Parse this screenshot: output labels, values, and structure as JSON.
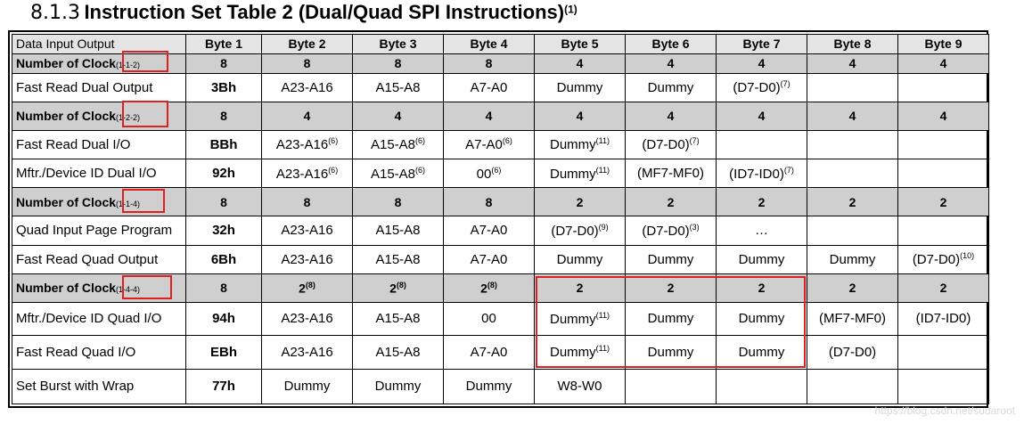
{
  "section_number": "8.1.3",
  "title": "Instruction Set Table 2 (Dual/Quad SPI Instructions)",
  "title_note": "(1)",
  "header": [
    "Data Input Output",
    "Byte 1",
    "Byte 2",
    "Byte 3",
    "Byte 4",
    "Byte 5",
    "Byte 6",
    "Byte 7",
    "Byte 8",
    "Byte 9"
  ],
  "rows": [
    {
      "type": "clk",
      "label": "Number of Clock",
      "mode": "(1-1-2)",
      "cells": [
        "8",
        "8",
        "8",
        "8",
        "4",
        "4",
        "4",
        "4",
        "4"
      ]
    },
    {
      "type": "op",
      "label": "Fast Read Dual Output",
      "cells": [
        "3Bh",
        "A23-A16",
        "A15-A8",
        "A7-A0",
        "Dummy",
        "Dummy",
        "(D7-D0)",
        "",
        ""
      ],
      "sups": [
        "",
        "",
        "",
        "",
        "",
        "",
        "(7)",
        "",
        ""
      ]
    },
    {
      "type": "clk",
      "label": "Number of Clock",
      "mode": "(1-2-2)",
      "cells": [
        "8",
        "4",
        "4",
        "4",
        "4",
        "4",
        "4",
        "4",
        "4"
      ]
    },
    {
      "type": "op",
      "label": "Fast Read Dual I/O",
      "cells": [
        "BBh",
        "A23-A16",
        "A15-A8",
        "A7-A0",
        "Dummy",
        "(D7-D0)",
        "",
        "",
        ""
      ],
      "sups": [
        "",
        "(6)",
        "(6)",
        "(6)",
        "(11)",
        "(7)",
        "",
        "",
        ""
      ]
    },
    {
      "type": "op",
      "label": "Mftr./Device ID Dual I/O",
      "cells": [
        "92h",
        "A23-A16",
        "A15-A8",
        "00",
        "Dummy",
        "(MF7-MF0)",
        "(ID7-ID0)",
        "",
        ""
      ],
      "sups": [
        "",
        "(6)",
        "(6)",
        "(6)",
        "(11)",
        "",
        "(7)",
        "",
        ""
      ]
    },
    {
      "type": "clk",
      "label": "Number of Clock",
      "mode": "(1-1-4)",
      "cells": [
        "8",
        "8",
        "8",
        "8",
        "2",
        "2",
        "2",
        "2",
        "2"
      ]
    },
    {
      "type": "op",
      "label": "Quad Input Page Program",
      "cells": [
        "32h",
        "A23-A16",
        "A15-A8",
        "A7-A0",
        "(D7-D0)",
        "(D7-D0)",
        "…",
        "",
        ""
      ],
      "sups": [
        "",
        "",
        "",
        "",
        "(9)",
        "(3)",
        "",
        "",
        ""
      ]
    },
    {
      "type": "op",
      "label": "Fast Read Quad Output",
      "cells": [
        "6Bh",
        "A23-A16",
        "A15-A8",
        "A7-A0",
        "Dummy",
        "Dummy",
        "Dummy",
        "Dummy",
        "(D7-D0)"
      ],
      "sups": [
        "",
        "",
        "",
        "",
        "",
        "",
        "",
        "",
        "(10)"
      ]
    },
    {
      "type": "clk",
      "label": "Number of Clock",
      "mode": "(1-4-4)",
      "cells": [
        "8",
        "2",
        "2",
        "2",
        "2",
        "2",
        "2",
        "2",
        "2"
      ],
      "sups": [
        "",
        "(8)",
        "(8)",
        "(8)",
        "",
        "",
        "",
        "",
        ""
      ]
    },
    {
      "type": "op",
      "label": "Mftr./Device ID Quad I/O",
      "cells": [
        "94h",
        "A23-A16",
        "A15-A8",
        "00",
        "Dummy",
        "Dummy",
        "Dummy",
        "(MF7-MF0)",
        "(ID7-ID0)"
      ],
      "sups": [
        "",
        "",
        "",
        "",
        "(11)",
        "",
        "",
        "",
        ""
      ]
    },
    {
      "type": "op",
      "label": "Fast Read Quad I/O",
      "cells": [
        "EBh",
        "A23-A16",
        "A15-A8",
        "A7-A0",
        "Dummy",
        "Dummy",
        "Dummy",
        "(D7-D0)",
        ""
      ],
      "sups": [
        "",
        "",
        "",
        "",
        "(11)",
        "",
        "",
        "",
        ""
      ]
    },
    {
      "type": "op",
      "label": "Set Burst with Wrap",
      "cells": [
        "77h",
        "Dummy",
        "Dummy",
        "Dummy",
        "W8-W0",
        "",
        "",
        "",
        ""
      ],
      "sups": [
        "",
        "",
        "",
        "",
        "",
        "",
        "",
        "",
        ""
      ]
    }
  ],
  "watermark": "https://blog.csdn.net/sudaroot",
  "colors": {
    "header_bg": "#e4e4e4",
    "clock_bg": "#cfcfcf",
    "annotation": "#e02020"
  }
}
